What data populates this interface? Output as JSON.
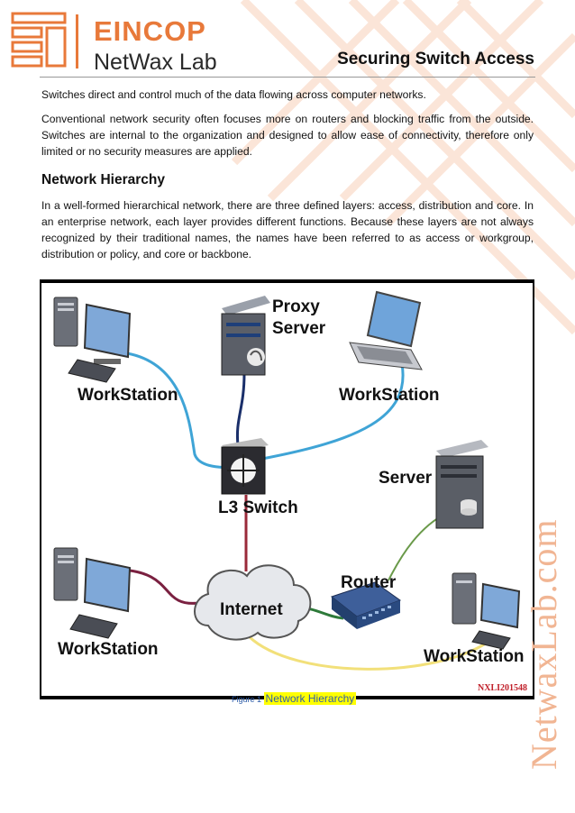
{
  "header": {
    "logo_title": "EINCOP",
    "logo_subtitle": "NetWax Lab",
    "page_title": "Securing Switch Access"
  },
  "content": {
    "para1": "Switches direct and control much of the data flowing across computer networks.",
    "para2": "Conventional network security often focuses more on routers and blocking traffic from the outside. Switches are internal to the organization and designed to allow ease of connectivity, therefore only limited or no security measures are applied.",
    "heading": "Network Hierarchy",
    "para3": "In a well-formed hierarchical network, there are three defined layers: access, distribution and core. In an enterprise network, each layer provides different functions. Because these layers are not always recognized by their traditional names, the names have been referred to as access or workgroup, distribution or policy, and core or backbone."
  },
  "figure": {
    "labels": {
      "workstation_tl": "WorkStation",
      "proxy_line1": "Proxy",
      "proxy_line2": "Server",
      "workstation_tr": "WorkStation",
      "l3switch": "L3 Switch",
      "server": "Server",
      "router": "Router",
      "internet": "Internet",
      "workstation_bl": "WorkStation",
      "workstation_br": "WorkStation",
      "code": "NXLI201548"
    },
    "colors": {
      "blue_link": "#3fa4d6",
      "red_link": "#9a2a3a",
      "green_link": "#4a8a3a",
      "yellow_link": "#f2e07a"
    }
  },
  "caption": {
    "prefix": "Figure 1",
    "label": "Network Hierarchy"
  },
  "watermark": "NetwaxLab.com"
}
